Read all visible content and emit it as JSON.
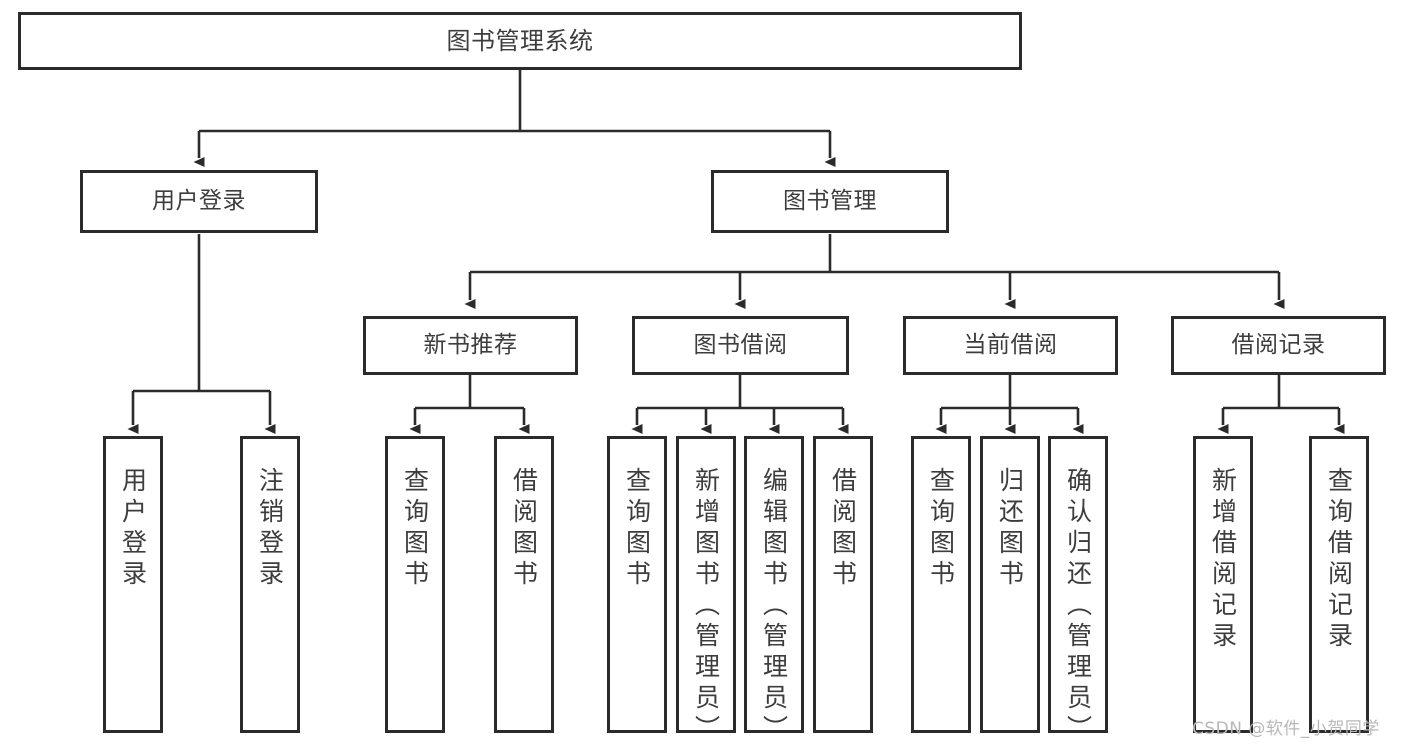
{
  "diagram": {
    "type": "tree",
    "title": "图书管理系统",
    "root": {
      "label": "图书管理系统"
    },
    "level1": [
      {
        "label": "用户登录"
      },
      {
        "label": "图书管理"
      }
    ],
    "level2": [
      {
        "label": "新书推荐"
      },
      {
        "label": "图书借阅"
      },
      {
        "label": "当前借阅"
      },
      {
        "label": "借阅记录"
      }
    ],
    "leaves": {
      "user_login": [
        {
          "label": "用户登录"
        },
        {
          "label": "注销登录"
        }
      ],
      "new_book_recommend": [
        {
          "label": "查询图书"
        },
        {
          "label": "借阅图书"
        }
      ],
      "book_borrow": [
        {
          "label": "查询图书"
        },
        {
          "label": "新增图书（管理员）"
        },
        {
          "label": "编辑图书（管理员）"
        },
        {
          "label": "借阅图书"
        }
      ],
      "current_borrow": [
        {
          "label": "查询图书"
        },
        {
          "label": "归还图书"
        },
        {
          "label": "确认归还（管理员）"
        }
      ],
      "borrow_record": [
        {
          "label": "新增借阅记录"
        },
        {
          "label": "查询借阅记录"
        }
      ]
    }
  },
  "watermark": {
    "text": "CSDN @软件_小贺同学"
  },
  "colors": {
    "border": "#2b2b2b",
    "text": "#3d3d3d",
    "background": "#ffffff",
    "watermark": "#b8b8b8"
  }
}
